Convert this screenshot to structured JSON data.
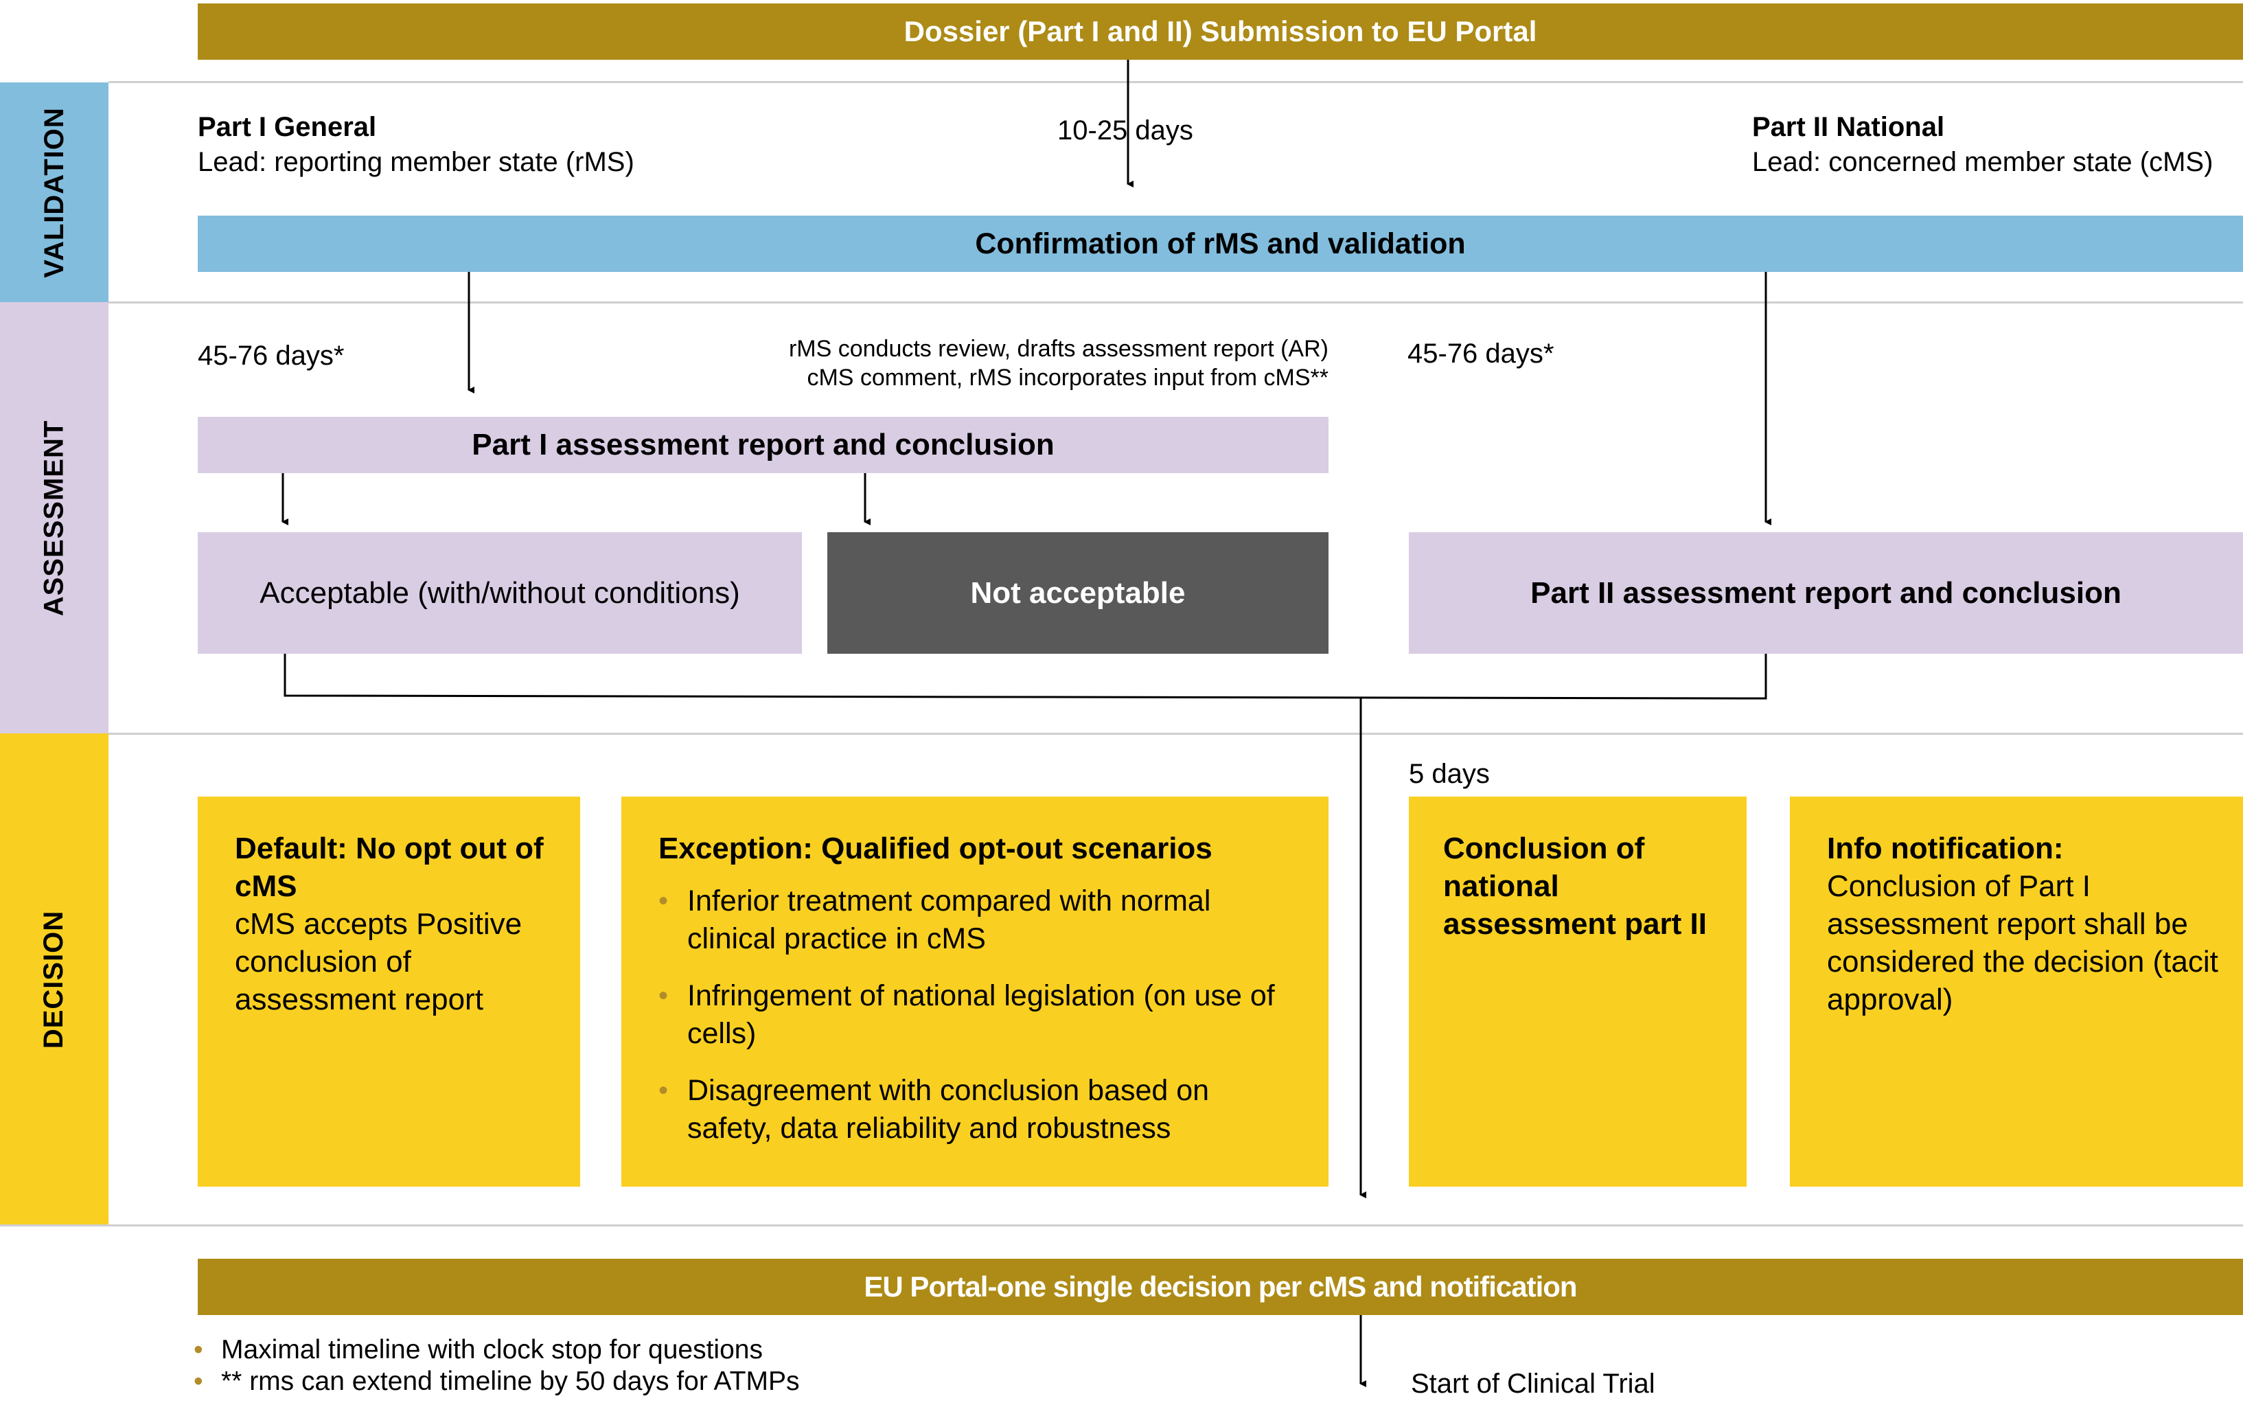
{
  "top_banner": "Dossier (Part I and II) Submission to EU Portal",
  "phases": {
    "validation": "VALIDATION",
    "assessment": "ASSESSMENT",
    "decision": "DECISION"
  },
  "validation": {
    "part1_title": "Part I General",
    "part1_lead": "Lead: reporting member state (rMS)",
    "timeline": "10-25 days",
    "part2_title": "Part II National",
    "part2_lead": "Lead: concerned member state (cMS)",
    "bar": "Confirmation of rMS and validation"
  },
  "assessment": {
    "left_days": "45-76 days*",
    "review_line1": "rMS conducts review, drafts assessment report (AR)",
    "review_line2": "cMS comment, rMS incorporates input from cMS**",
    "right_days": "45-76 days*",
    "part1_bar": "Part I assessment report and conclusion",
    "acceptable": "Acceptable (with/without conditions)",
    "not_acceptable": "Not acceptable",
    "part2_box": "Part II assessment report and conclusion"
  },
  "decision": {
    "five_days": "5 days",
    "default_title": "Default: No opt out of cMS",
    "default_body": "cMS accepts Positive conclusion of assessment report",
    "exception_title": "Exception: Qualified opt-out scenarios",
    "exception_items": [
      "Inferior treatment compared with normal clinical practice in cMS",
      "Infringement of national legislation (on use of cells)",
      "Disagreement with conclusion based on safety, data reliability and robustness"
    ],
    "national_title": "Conclusion of national assessment part II",
    "info_title": "Info notification:",
    "info_body": "Conclusion of Part I assessment report shall be considered the decision (tacit approval)"
  },
  "bottom_banner": "EU Portal-one single decision per cMS and notification",
  "footnotes": [
    "Maximal timeline with clock stop for questions",
    "** rms can extend timeline by 50 days for ATMPs"
  ],
  "start_label": "Start of Clinical Trial",
  "colors": {
    "gold": "#ad8b16",
    "blue": "#83bddd",
    "lavender": "#d9cde4",
    "dark": "#595959",
    "yellow": "#f9cf21"
  }
}
